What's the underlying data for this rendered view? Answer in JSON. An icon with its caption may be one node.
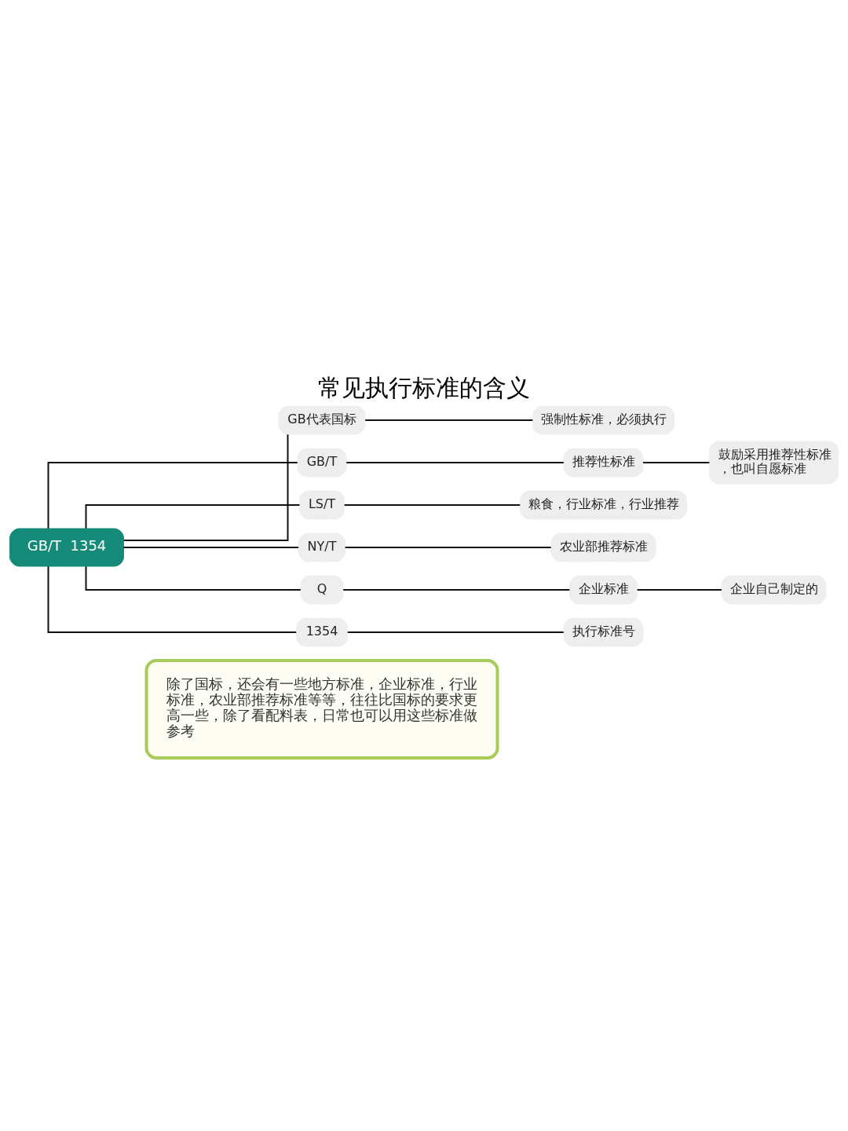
{
  "diagram": {
    "title": "常见执行标准的含义",
    "nodes": [
      {
        "text": [
          "GB/T  1354"
        ]
      },
      {
        "text": [
          "GB代表国标"
        ]
      },
      {
        "text": [
          "强制性标准，必须执行"
        ]
      },
      {
        "text": [
          "GB/T"
        ]
      },
      {
        "text": [
          "推荐性标准"
        ]
      },
      {
        "text": [
          "鼓励采用推荐性标准，也叫自愿标准"
        ]
      },
      {
        "text": [
          "LS/T"
        ]
      },
      {
        "text": [
          "粮食，行业标准，行业推荐"
        ]
      },
      {
        "text": [
          "NY/T"
        ]
      },
      {
        "text": [
          "农业部推荐标准"
        ]
      },
      {
        "text": [
          "Q"
        ]
      },
      {
        "text": [
          "企业标准"
        ]
      },
      {
        "text": [
          "企业自己制定的"
        ]
      },
      {
        "text": [
          "1354"
        ]
      },
      {
        "text": [
          "执行标准号"
        ]
      },
      {
        "text": [
          "除了国标，还会有一些地方标准，企业标准，行业标准，农业部推荐标准等等，往往比国标的要求更高一些，除了看配料表，日常也可以用这些标准做参考"
        ]
      }
    ],
    "edges": [
      {
        "from": 0,
        "to": 1,
        "arrow": "none"
      },
      {
        "from": 0,
        "to": 3,
        "arrow": "none"
      },
      {
        "from": 0,
        "to": 6,
        "arrow": "none"
      },
      {
        "from": 0,
        "to": 8,
        "arrow": "none"
      },
      {
        "from": 0,
        "to": 10,
        "arrow": "none"
      },
      {
        "from": 0,
        "to": 13,
        "arrow": "none"
      },
      {
        "from": 1,
        "to": 2,
        "arrow": "none"
      },
      {
        "from": 3,
        "to": 4,
        "arrow": "none"
      },
      {
        "from": 4,
        "to": 5,
        "arrow": "none"
      },
      {
        "from": 6,
        "to": 7,
        "arrow": "none"
      },
      {
        "from": 8,
        "to": 9,
        "arrow": "none"
      },
      {
        "from": 10,
        "to": 11,
        "arrow": "none"
      },
      {
        "from": 11,
        "to": 12,
        "arrow": "none"
      },
      {
        "from": 13,
        "to": 14,
        "arrow": "none"
      }
    ]
  }
}
